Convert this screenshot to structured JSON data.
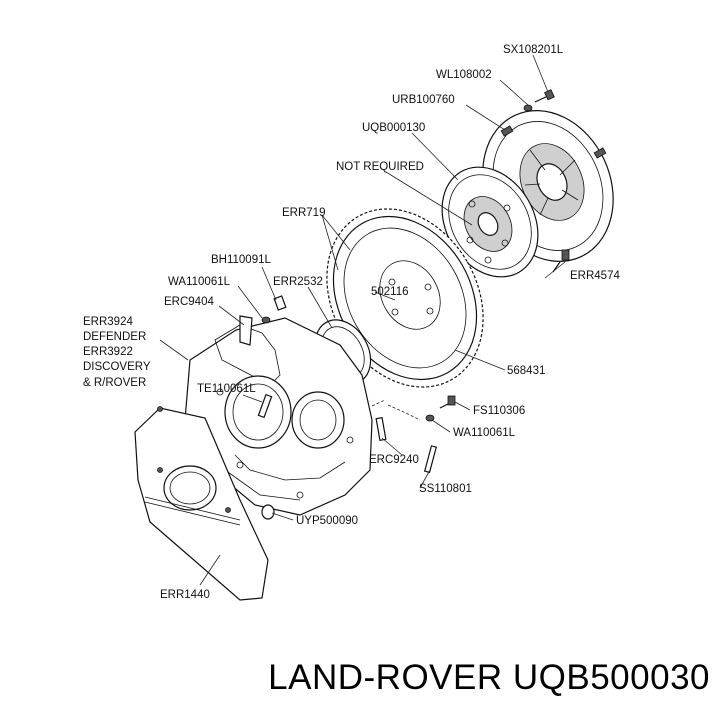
{
  "title": "LAND-ROVER UQB500030",
  "labels": {
    "sx108201l": "SX108201L",
    "wl108002": "WL108002",
    "urb100760": "URB100760",
    "uqb000130": "UQB000130",
    "not_required": "NOT REQUIRED",
    "err719": "ERR719",
    "bh110091l": "BH110091L",
    "wa110061l_top": "WA110061L",
    "err2532": "ERR2532",
    "erc9404": "ERC9404",
    "err3924": "ERR3924",
    "defender": "DEFENDER",
    "err3922": "ERR3922",
    "discovery": "DISCOVERY",
    "r_rover": "& R/ROVER",
    "p502116": "502116",
    "err4574": "ERR4574",
    "p568431": "568431",
    "te110061l": "TE110061L",
    "fs110306": "FS110306",
    "wa110061l_bottom": "WA110061L",
    "erc9240": "ERC9240",
    "ss110801": "SS110801",
    "uyp500090": "UYP500090",
    "err1440": "ERR1440"
  }
}
